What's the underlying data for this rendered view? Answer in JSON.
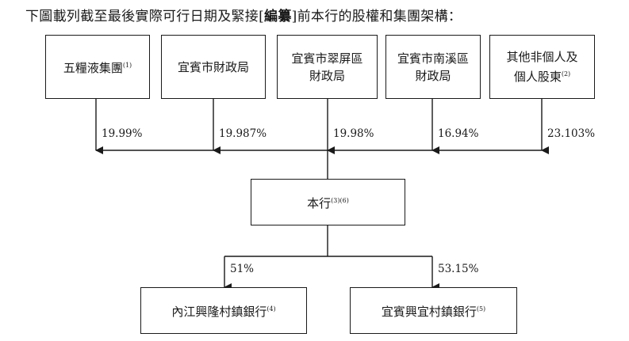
{
  "caption": {
    "before": "下圖載列截至最後實際可行日期及緊接[",
    "bold": "編纂",
    "after": "]前本行的股權和集團架構："
  },
  "shareholders": [
    {
      "name": "五糧液集團",
      "note": "(1)",
      "pct": "19.99%"
    },
    {
      "name": "宜賓市財政局",
      "note": "",
      "pct": "19.987%"
    },
    {
      "name": "宜賓市翠屏區財政局",
      "line1": "宜賓市翠屏區",
      "line2": "財政局",
      "note": "",
      "pct": "19.98%"
    },
    {
      "name": "宜賓市南溪區財政局",
      "line1": "宜賓市南溪區",
      "line2": "財政局",
      "note": "",
      "pct": "16.94%"
    },
    {
      "name": "其他非個人及個人股東",
      "line1": "其他非個人及",
      "line2": "個人股東",
      "note": "(2)",
      "pct": "23.103%"
    }
  ],
  "bank": {
    "name": "本行",
    "note": "(3)(6)"
  },
  "subsidiaries": [
    {
      "name": "內江興隆村鎮銀行",
      "note": "(4)",
      "pct": "51%"
    },
    {
      "name": "宜賓興宜村鎮銀行",
      "note": "(5)",
      "pct": "53.15%"
    }
  ]
}
